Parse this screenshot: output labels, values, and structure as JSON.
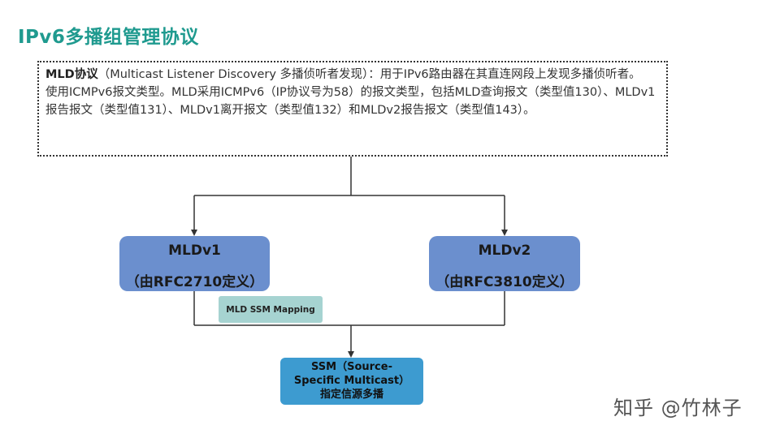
{
  "title": "IPv6多播组管理协议",
  "description": {
    "line1_bold": "MLD协议",
    "line1_rest": "（Multicast Listener Discovery 多播侦听者发现）：用于IPv6路由器在其直连网段上发现多播侦听者。",
    "line2": "使用ICMPv6报文类型。MLD采用ICMPv6（IP协议号为58）的报文类型，包括MLD查询报文（类型值130）、MLDv1报告报文（类型值131）、MLDv1离开报文（类型值132）和MLDv2报告报文（类型值143）。"
  },
  "nodes": {
    "mldv1": {
      "name": "MLDv1",
      "def": "（由RFC2710定义）"
    },
    "mldv2": {
      "name": "MLDv2",
      "def": "（由RFC3810定义）"
    },
    "mapping": "MLD SSM Mapping",
    "ssm": {
      "line1": "SSM（Source-",
      "line2": "Specific Multicast）",
      "line3": "指定信源多播"
    }
  },
  "watermark": "知乎 @竹林子",
  "colors": {
    "title": "#1f9a8f",
    "version_box": "#6b8fce",
    "mapping_box": "#a6d3d1",
    "ssm_box": "#3d9bd0"
  }
}
